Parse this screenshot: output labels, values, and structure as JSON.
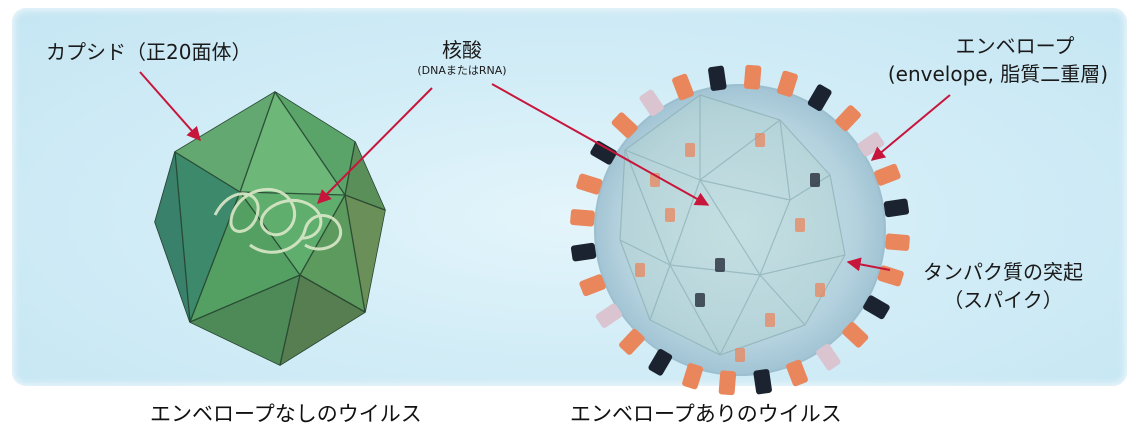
{
  "labels": {
    "capsid": "カプシド（正20面体）",
    "nucleic_acid": "核酸",
    "nucleic_acid_sub": "(DNAまたはRNA)",
    "envelope_line1": "エンベロープ",
    "envelope_line2": "(envelope, 脂質二重層)",
    "spike_line1": "タンパク質の突起",
    "spike_line2": "（スパイク）"
  },
  "captions": {
    "left": "エンベロープなしのウイルス",
    "right": "エンベロープありのウイルス"
  },
  "colors": {
    "arrow": "#c8153b",
    "capsid_fill": "#4c9a5e",
    "capsid_edge": "#23402d",
    "envelope": "#a9c8d6",
    "spike_orange": "#e9865c",
    "spike_dark": "#1c2330",
    "spike_light": "#d9c4d0"
  }
}
